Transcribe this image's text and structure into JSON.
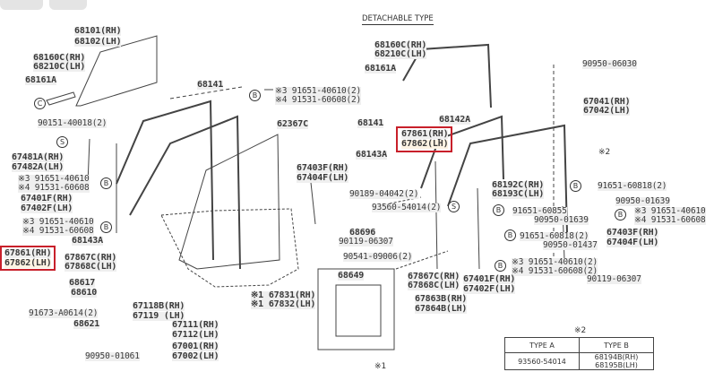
{
  "title": "DETACHABLE TYPE",
  "highlight_color": "#c8202a",
  "left": {
    "glass": [
      "68101(RH)",
      "68102(LH)"
    ],
    "run_channel": [
      "68160C(RH)",
      "68210C(LH)"
    ],
    "clip": "68161A",
    "weatherstrip": "68141",
    "bolts_top": [
      "※3 91651-40610(2)",
      "※4 91531-60608(2)"
    ],
    "screw": "90151-40018(2)",
    "clip2": "62367C",
    "bracket": [
      "67481A(RH)",
      "67482A(LH)"
    ],
    "bolts_mid": [
      "※3 91651-40610",
      "※4 91531-60608"
    ],
    "hinge_top": [
      "67403F(RH)",
      "67404F(LH)"
    ],
    "hinge_low": [
      "67401F(RH)",
      "67402F(LH)"
    ],
    "bolts_low": [
      "※3 91651-40610",
      "※4 91531-60608"
    ],
    "seal": "68143A",
    "highlighted": [
      "67861(RH)",
      "67862(LH)"
    ],
    "stopper": [
      "67867C(RH)",
      "67868C(LH)"
    ],
    "n90119": "90119-06307",
    "n90541": "90541-09006(2)",
    "n68617": "68617",
    "n68610": "68610",
    "n91673": "91673-A0614(2)",
    "n68621": "68621",
    "panel1": [
      "67118B(RH)",
      "67119 (LH)"
    ],
    "cover": [
      "※1 67831(RH)",
      "※1 67832(LH)"
    ],
    "panel2": [
      "67111(RH)",
      "67112(LH)"
    ],
    "door": [
      "67001(RH)",
      "67002(LH)"
    ],
    "n90950": "90950-01061",
    "box": "68649"
  },
  "right": {
    "run_channel": [
      "68160C(RH)",
      "68210C(LH)"
    ],
    "clip": "68161A",
    "n90950a": "90950-06030",
    "frame": [
      "67041(RH)",
      "67042(LH)"
    ],
    "weatherstrip": "68141",
    "n68142": "68142A",
    "highlighted": [
      "67861(RH)",
      "67862(LH)"
    ],
    "seal": "68143A",
    "note2": "※2",
    "n68192": [
      "68192C(RH)",
      "68193C(LH)"
    ],
    "n91651a": "91651-60818(2)",
    "n90189": "90189-04042(2)",
    "n90950b": "90950-01639",
    "n93560": "93560-54014(2)",
    "n91651b": "91651-60855",
    "bolts_r": [
      "※3 91651-40610",
      "※4 91531-60608"
    ],
    "n90950c": "90950-01639",
    "n68696": "68696",
    "hinge_top": [
      "67403F(RH)",
      "67404F(LH)"
    ],
    "n91651c": "91651-60818(2)",
    "n90950d": "90950-01437",
    "bolts_low": [
      "※3 91651-40610(2)",
      "※4 91531-60608(2)"
    ],
    "stopper": [
      "67867C(RH)",
      "67868C(LH)"
    ],
    "hinge_low": [
      "67401F(RH)",
      "67402F(LH)"
    ],
    "n90119": "90119-06307",
    "n67863": [
      "67863B(RH)",
      "67864B(LH)"
    ]
  },
  "table": {
    "note": "※2",
    "headers": [
      "TYPE A",
      "TYPE B"
    ],
    "row": [
      "93560-54014",
      "68194B(RH)",
      "68195B(LH)"
    ]
  },
  "footnote": "※1",
  "markers": {
    "b": "B",
    "s": "S",
    "c": "C"
  }
}
